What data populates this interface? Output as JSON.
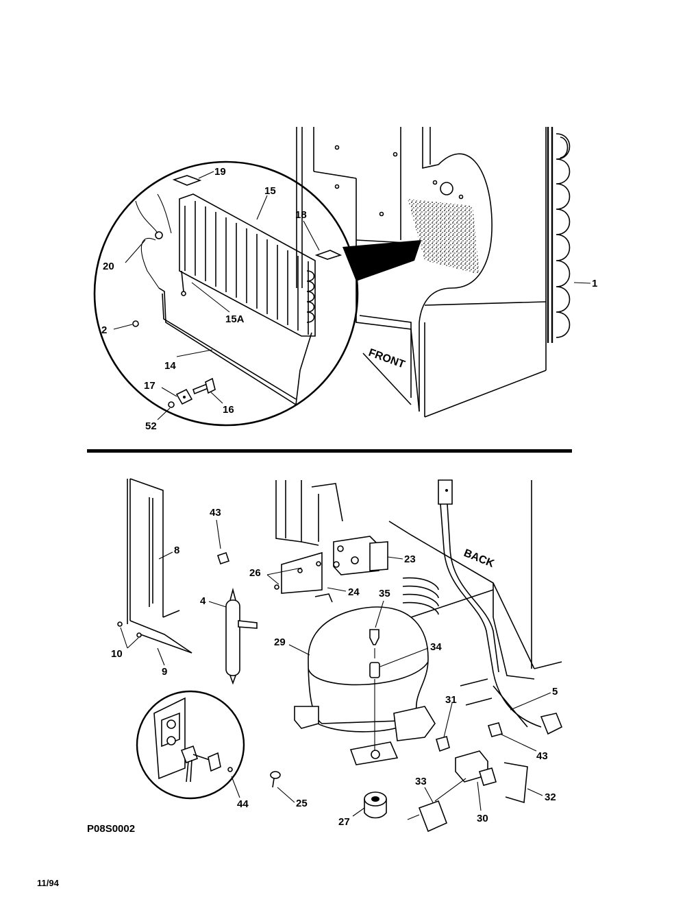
{
  "diagram": {
    "drawing_code": "P08S0002",
    "date_code": "11/94",
    "orientation_labels": {
      "front": "FRONT",
      "back": "BACK"
    },
    "callouts": {
      "c1": "1",
      "c2": "2",
      "c14": "14",
      "c15": "15",
      "c15a": "15A",
      "c16": "16",
      "c17": "17",
      "c18": "18",
      "c19": "19",
      "c20": "20",
      "c52": "52",
      "c4": "4",
      "c5": "5",
      "c8": "8",
      "c9": "9",
      "c10": "10",
      "c23": "23",
      "c24": "24",
      "c25": "25",
      "c26": "26",
      "c27": "27",
      "c29": "29",
      "c30": "30",
      "c31": "31",
      "c32": "32",
      "c33": "33",
      "c34": "34",
      "c35": "35",
      "c43a": "43",
      "c43b": "43",
      "c44": "44"
    }
  }
}
